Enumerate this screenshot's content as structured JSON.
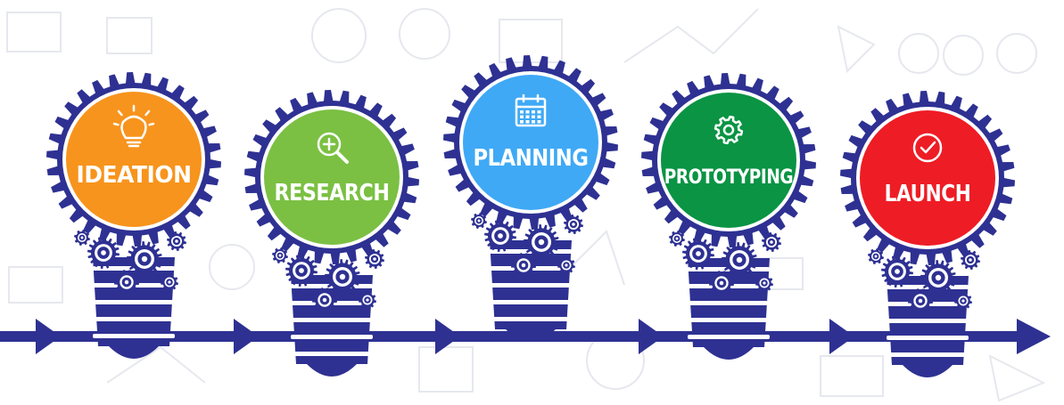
{
  "diagram": {
    "stages": [
      {
        "label": "IDEATION",
        "icon": "lightbulb-icon",
        "color": "#f7941d"
      },
      {
        "label": "RESEARCH",
        "icon": "zoom-in-icon",
        "color": "#7bc043"
      },
      {
        "label": "PLANNING",
        "icon": "calendar-icon",
        "color": "#3fa9f5"
      },
      {
        "label": "PROTOTYPING",
        "icon": "gear-icon",
        "color": "#0a9444"
      },
      {
        "label": "LAUNCH",
        "icon": "checkmark-icon",
        "color": "#ee1c25"
      }
    ],
    "gear_color": "#2e3192",
    "arrow_color": "#2e3192"
  }
}
